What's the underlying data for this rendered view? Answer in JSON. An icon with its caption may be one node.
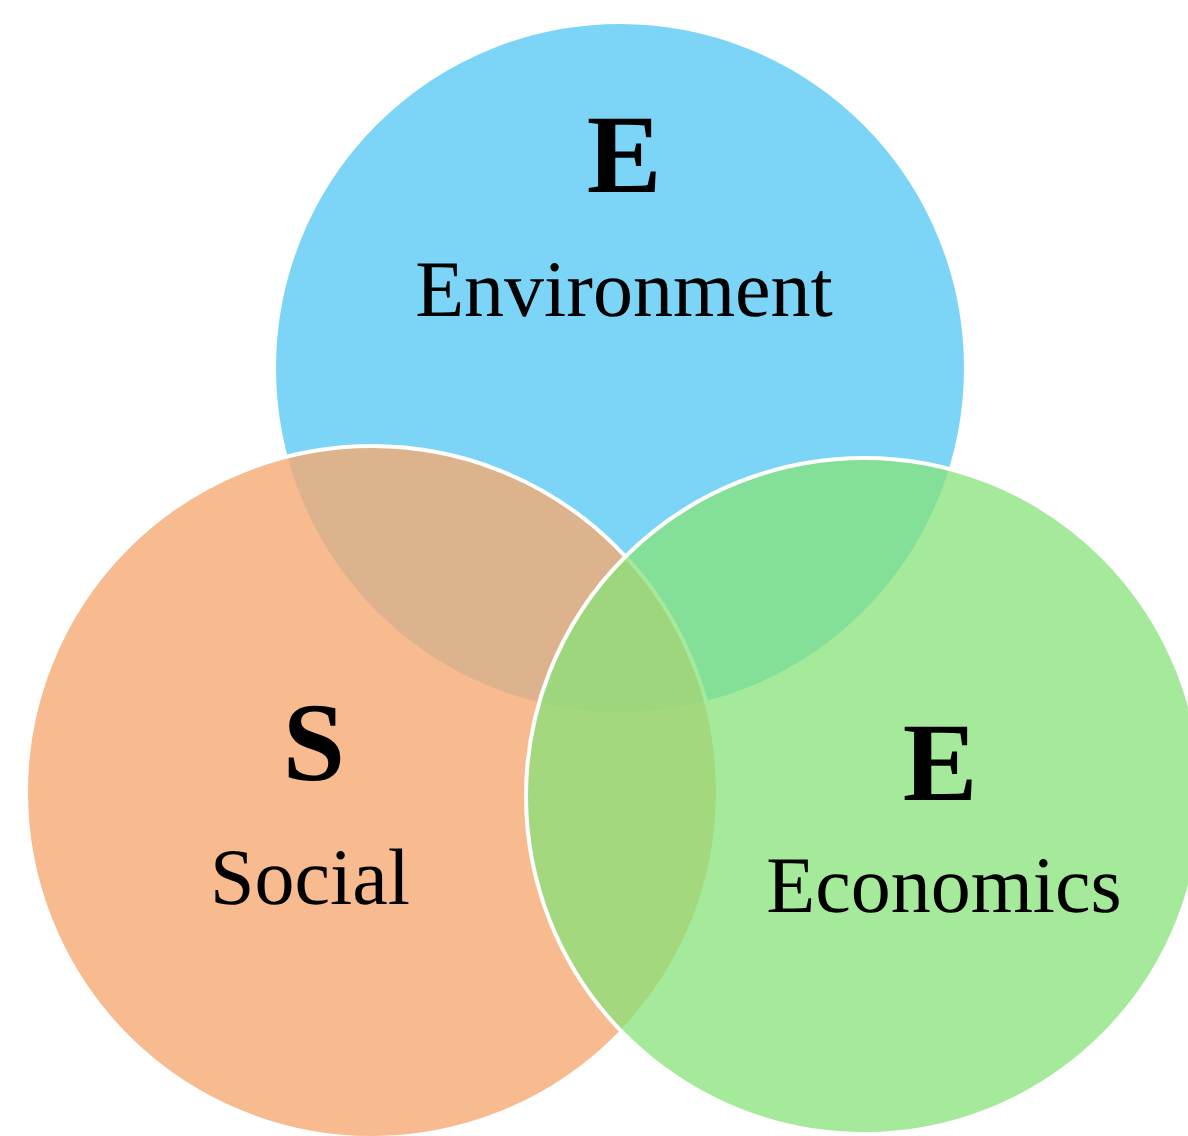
{
  "diagram": {
    "nodes": [
      {
        "text": [
          "E",
          "Environment"
        ]
      },
      {
        "text": [
          "S",
          "Social"
        ]
      },
      {
        "text": [
          "E",
          "Economics"
        ]
      }
    ]
  }
}
